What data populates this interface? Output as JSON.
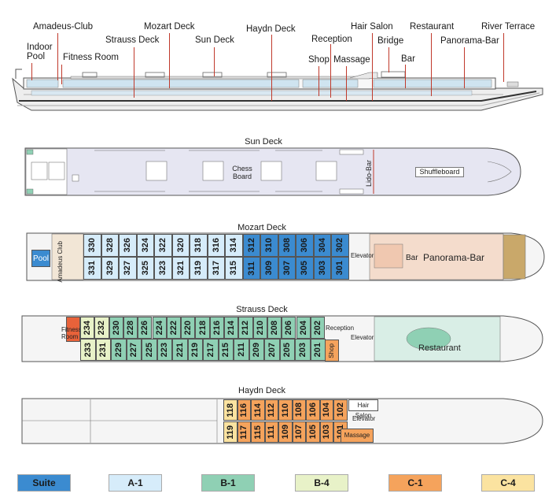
{
  "ship_labels": {
    "indoor_pool": "Indoor Pool",
    "amadeus_club": "Amadeus-Club",
    "fitness_room": "Fitness Room",
    "strauss_deck": "Strauss Deck",
    "mozart_deck": "Mozart Deck",
    "sun_deck": "Sun Deck",
    "haydn_deck": "Haydn Deck",
    "reception": "Reception",
    "shop": "Shop",
    "massage": "Massage",
    "hair_salon": "Hair Salon",
    "bridge": "Bridge",
    "restaurant": "Restaurant",
    "bar": "Bar",
    "panorama_bar": "Panorama-Bar",
    "river_terrace": "River Terrace"
  },
  "sun_deck": {
    "title": "Sun Deck",
    "chess": "Chess Board",
    "lido_bar": "Lido-Bar",
    "shuffleboard": "Shuffleboard"
  },
  "mozart_deck": {
    "title": "Mozart Deck",
    "pool": "Pool",
    "club": "Amadeus Club",
    "elevator": "Elevator",
    "bar": "Bar",
    "panorama_bar": "Panorama-Bar",
    "top_rooms": [
      "330",
      "328",
      "326",
      "324",
      "322",
      "320",
      "318",
      "316",
      "314",
      "312",
      "310",
      "308",
      "306",
      "304",
      "302"
    ],
    "bottom_rooms": [
      "331",
      "329",
      "327",
      "325",
      "323",
      "321",
      "319",
      "317",
      "315",
      "311",
      "309",
      "307",
      "305",
      "303",
      "301"
    ]
  },
  "strauss_deck": {
    "title": "Strauss Deck",
    "fitness": "Fitness Room",
    "reception": "Reception",
    "elevator": "Elevator",
    "shop": "Shop",
    "restaurant": "Restaurant",
    "top_rooms": [
      "234",
      "232",
      "230",
      "228",
      "226",
      "224",
      "222",
      "220",
      "218",
      "216",
      "214",
      "212",
      "210",
      "208",
      "206",
      "204",
      "202"
    ],
    "bottom_rooms": [
      "233",
      "231",
      "229",
      "227",
      "225",
      "223",
      "221",
      "219",
      "217",
      "215",
      "211",
      "209",
      "207",
      "205",
      "203",
      "201"
    ]
  },
  "haydn_deck": {
    "title": "Haydn Deck",
    "hair_salon": "Hair Salon",
    "elevator": "Elevator",
    "massage": "Massage",
    "top_rooms": [
      "118",
      "116",
      "114",
      "112",
      "110",
      "108",
      "106",
      "104",
      "102"
    ],
    "bottom_rooms": [
      "119",
      "117",
      "115",
      "111",
      "109",
      "107",
      "105",
      "103",
      "101"
    ]
  },
  "legend": [
    {
      "label": "Suite",
      "color": "#3b8bd0"
    },
    {
      "label": "A-1",
      "color": "#d6ecfa"
    },
    {
      "label": "B-1",
      "color": "#8fd0b4"
    },
    {
      "label": "B-4",
      "color": "#e8f2c8"
    },
    {
      "label": "C-1",
      "color": "#f5a35c"
    },
    {
      "label": "C-4",
      "color": "#fbe3a0"
    }
  ]
}
